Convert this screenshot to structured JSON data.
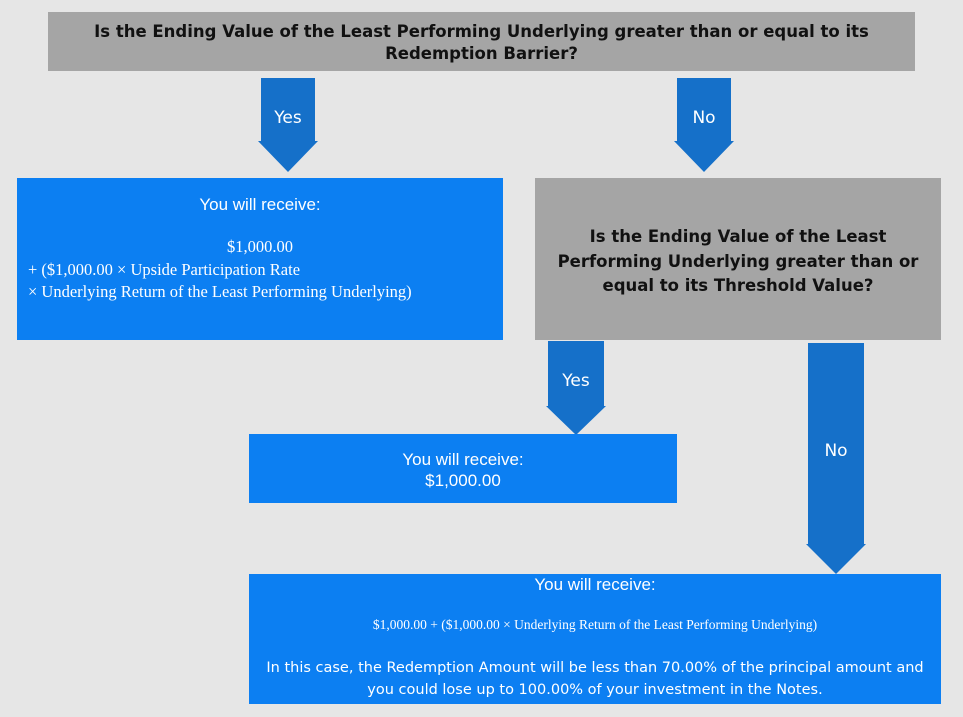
{
  "q1": {
    "text": "Is the Ending Value of the Least Performing Underlying greater than or equal to its Redemption Barrier?"
  },
  "q2": {
    "text": "Is the Ending Value of the Least Performing Underlying greater than or equal to its Threshold Value?"
  },
  "arrows": {
    "yes1": "Yes",
    "no1": "No",
    "yes2": "Yes",
    "no2": "No"
  },
  "outcome1": {
    "heading": "You will receive:",
    "line1": "$1,000.00",
    "line2": "+ ($1,000.00 × Upside Participation Rate",
    "line3": "× Underlying Return of the Least Performing Underlying)"
  },
  "outcome2": {
    "heading": "You will receive:",
    "amount": "$1,000.00"
  },
  "outcome3": {
    "heading": "You will receive:",
    "formula": "$1,000.00 + ($1,000.00 × Underlying Return of the Least Performing Underlying)",
    "note_line1": "In this case, the Redemption Amount will be less than 70.00% of the principal amount and",
    "note_line2": "you could lose up to 100.00% of your investment in the Notes."
  },
  "colors": {
    "background": "#e6e6e6",
    "question_box": "#a5a5a5",
    "outcome_box": "#0c7ff2",
    "arrow": "#1570c9"
  }
}
